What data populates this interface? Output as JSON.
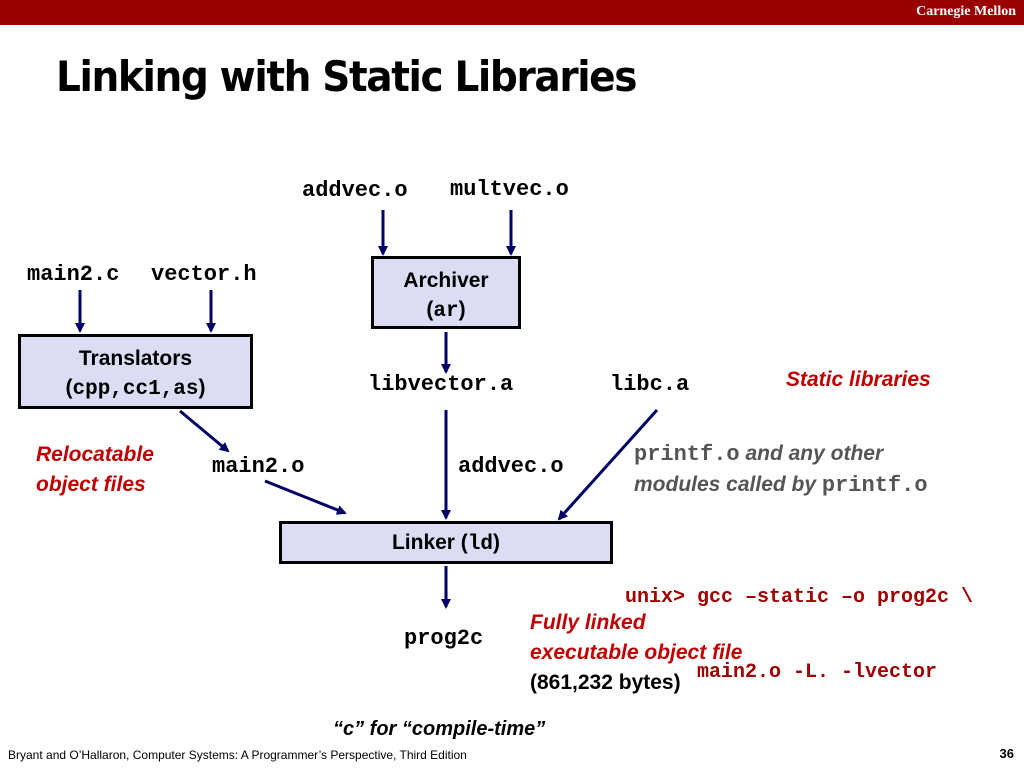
{
  "header": {
    "brand": "Carnegie Mellon"
  },
  "title": "Linking with Static Libraries",
  "files": {
    "addvec_o_top": "addvec.o",
    "multvec_o": "multvec.o",
    "main2_c": "main2.c",
    "vector_h": "vector.h",
    "libvector_a": "libvector.a",
    "libc_a": "libc.a",
    "main2_o": "main2.o",
    "addvec_o_mid": "addvec.o",
    "prog2c": "prog2c"
  },
  "archiver": {
    "line1": "Archiver",
    "open": "(",
    "code": "ar",
    "close": ")"
  },
  "translators": {
    "line1": "Translators",
    "open": "(",
    "code": "cpp,cc1,as",
    "close": ")"
  },
  "linker": {
    "text": "Linker (",
    "code": "ld",
    "close": ")"
  },
  "annotations": {
    "static_libraries": "Static libraries",
    "relocatable_line1": "Relocatable",
    "relocatable_line2": "object files",
    "printf_code": "printf.o",
    "printf_text1": " and any other",
    "printf_text2": "modules called by ",
    "printf_code2": "printf.o",
    "fully_linked_line1": "Fully linked",
    "fully_linked_line2": "executable object file",
    "bytes": "(861,232 bytes)",
    "compile_time": "“c” for “compile-time”"
  },
  "command": {
    "line1": "unix> gcc –static –o prog2c \\",
    "line2": "      main2.o -L. -lvector"
  },
  "footer": {
    "citation": "Bryant and O’Hallaron, Computer Systems: A Programmer’s Perspective, Third Edition",
    "page": "36"
  }
}
